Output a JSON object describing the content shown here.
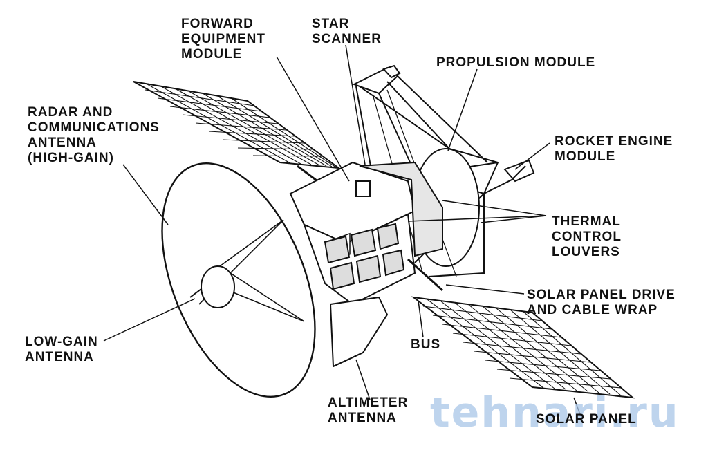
{
  "labels": {
    "forward_equipment_module": "FORWARD\nEQUIPMENT\nMODULE",
    "star_scanner": "STAR\nSCANNER",
    "propulsion_module": "PROPULSION MODULE",
    "radar_antenna": "RADAR AND\nCOMMUNICATIONS\nANTENNA\n(HIGH-GAIN)",
    "rocket_engine_module": "ROCKET ENGINE\nMODULE",
    "thermal_control_louvers": "THERMAL\nCONTROL\nLOUVERS",
    "solar_panel_drive": "SOLAR PANEL DRIVE\nAND CABLE WRAP",
    "low_gain_antenna": "LOW-GAIN\nANTENNA",
    "bus": "BUS",
    "altimeter_antenna": "ALTIMETER\nANTENNA",
    "solar_panel": "SOLAR PANEL"
  },
  "watermark": "tehnari.ru",
  "colors": {
    "ink": "#111111",
    "watermark": "#a9c6e8"
  }
}
